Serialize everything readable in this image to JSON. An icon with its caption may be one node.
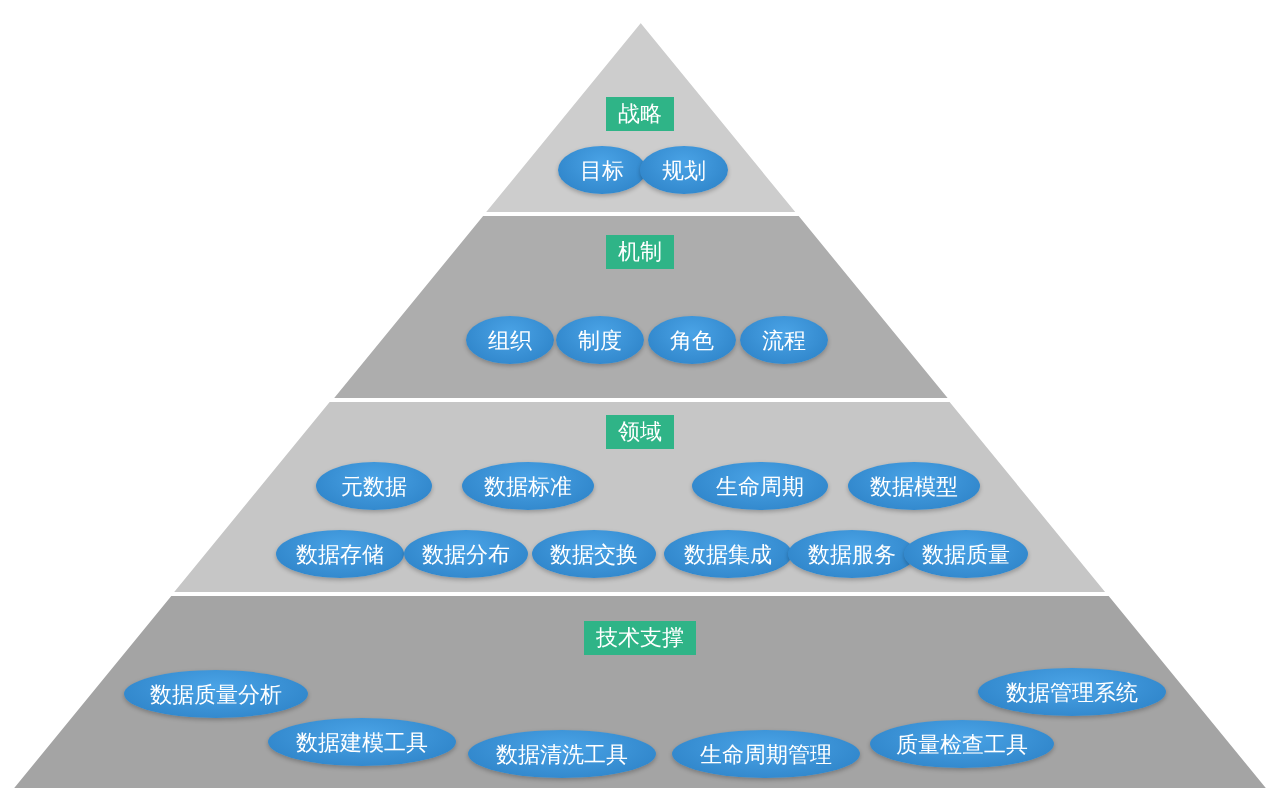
{
  "diagram": {
    "nodes": [
      {
        "text": [
          "战略"
        ]
      },
      {
        "text": [
          "目标"
        ],
        "in": 0
      },
      {
        "text": [
          "规划"
        ],
        "in": 0
      },
      {
        "text": [
          "机制"
        ]
      },
      {
        "text": [
          "组织"
        ],
        "in": 3
      },
      {
        "text": [
          "制度"
        ],
        "in": 3
      },
      {
        "text": [
          "角色"
        ],
        "in": 3
      },
      {
        "text": [
          "流程"
        ],
        "in": 3
      },
      {
        "text": [
          "领域"
        ]
      },
      {
        "text": [
          "元数据"
        ],
        "in": 8
      },
      {
        "text": [
          "数据标准"
        ],
        "in": 8
      },
      {
        "text": [
          "生命周期"
        ],
        "in": 8
      },
      {
        "text": [
          "数据模型"
        ],
        "in": 8
      },
      {
        "text": [
          "数据存储"
        ],
        "in": 8
      },
      {
        "text": [
          "数据分布"
        ],
        "in": 8
      },
      {
        "text": [
          "数据交换"
        ],
        "in": 8
      },
      {
        "text": [
          "数据集成"
        ],
        "in": 8
      },
      {
        "text": [
          "数据服务"
        ],
        "in": 8
      },
      {
        "text": [
          "数据质量"
        ],
        "in": 8
      },
      {
        "text": [
          "技术支撑"
        ]
      },
      {
        "text": [
          "数据质量分析"
        ],
        "in": 19
      },
      {
        "text": [
          "数据建模工具"
        ],
        "in": 19
      },
      {
        "text": [
          "数据清洗工具"
        ],
        "in": 19
      },
      {
        "text": [
          "生命周期管理"
        ],
        "in": 19
      },
      {
        "text": [
          "质量检查工具"
        ],
        "in": 19
      },
      {
        "text": [
          "数据管理系统"
        ],
        "in": 19
      }
    ]
  }
}
